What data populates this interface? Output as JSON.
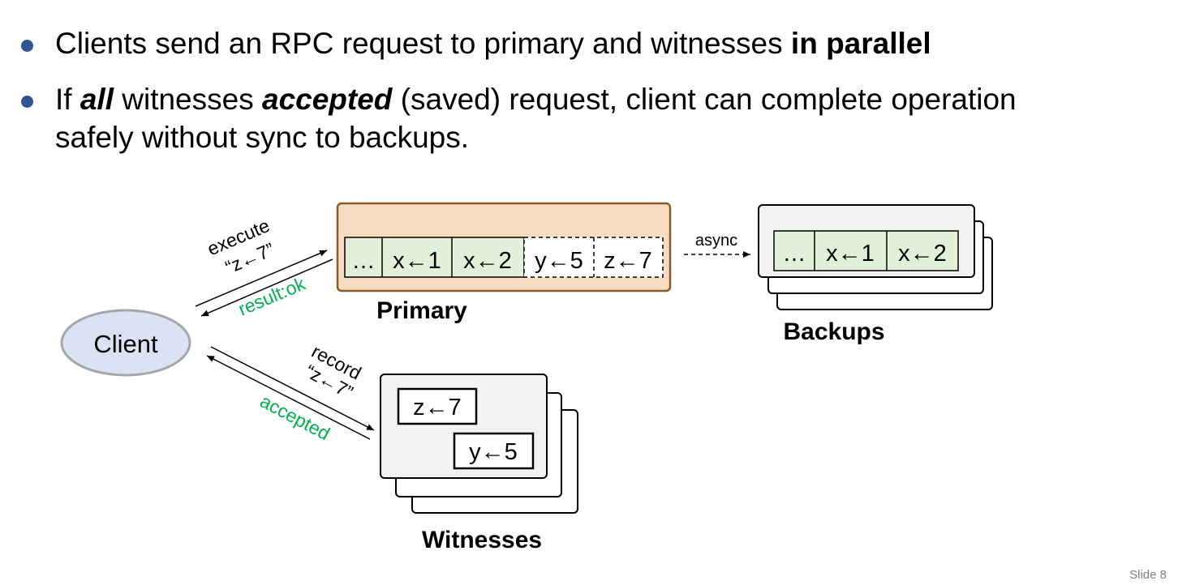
{
  "bullets": {
    "b1": {
      "plain": "Clients send an RPC request to primary and witnesses ",
      "bold": "in parallel"
    },
    "b2": {
      "p1": "If ",
      "em1": "all",
      "p2": " witnesses ",
      "em2": "accepted",
      "p3": " (saved) request, client can complete operation",
      "line2": "safely without sync to backups."
    }
  },
  "diagram": {
    "client_label": "Client",
    "primary_title": "Primary",
    "backups_title": "Backups",
    "witnesses_title": "Witnesses",
    "primary_log": [
      "…",
      "x←1",
      "x←2",
      "y←5",
      "z←7"
    ],
    "backup_log": [
      "…",
      "x←1",
      "x←2"
    ],
    "witness_entries": [
      "z←7",
      "y←5"
    ],
    "execute_label": "execute",
    "execute_op": "“z←7”",
    "result_label": "result:ok",
    "record_label": "record",
    "record_op": "“z←7”",
    "accepted_label": "accepted",
    "async_label": "async"
  },
  "colors": {
    "bullet": "#2f5597",
    "client_fill": "#dae3f3",
    "client_stroke": "#a6a6a6",
    "primary_fill": "#f8dcc1",
    "primary_stroke": "#8b5a2b",
    "log_fill": "#e2f0d9",
    "box_fill": "#f2f2f2",
    "green_text": "#00b050"
  },
  "footer": {
    "slide_number": "Slide 8"
  }
}
